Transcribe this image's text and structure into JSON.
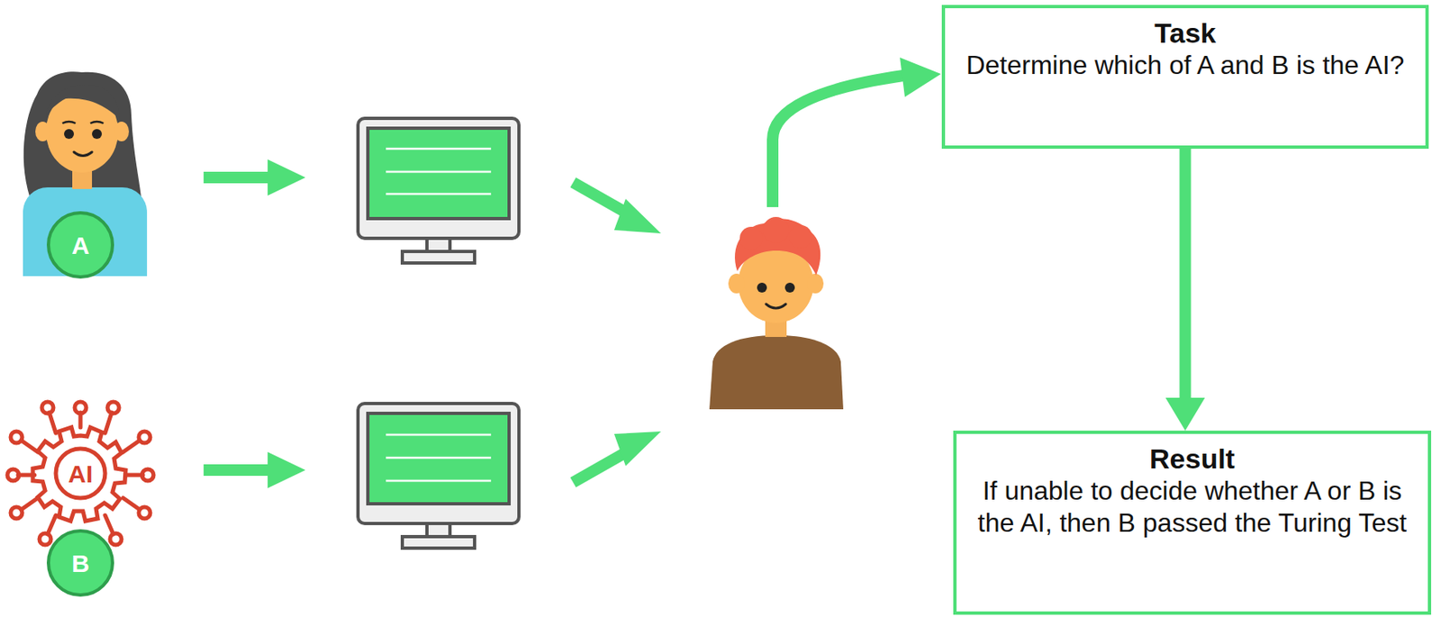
{
  "diagram": {
    "nodes": [
      {
        "text": [
          "Task",
          "Determine which of A and B is the AI?"
        ]
      },
      {
        "text": [
          "Result",
          "If unable to decide whether A or B is the AI, then B passed the Turing Test"
        ]
      }
    ],
    "edges": [
      {
        "from": 0,
        "to": 1,
        "arrow": "to"
      }
    ],
    "labels": [
      "A",
      "AI",
      "B"
    ]
  }
}
